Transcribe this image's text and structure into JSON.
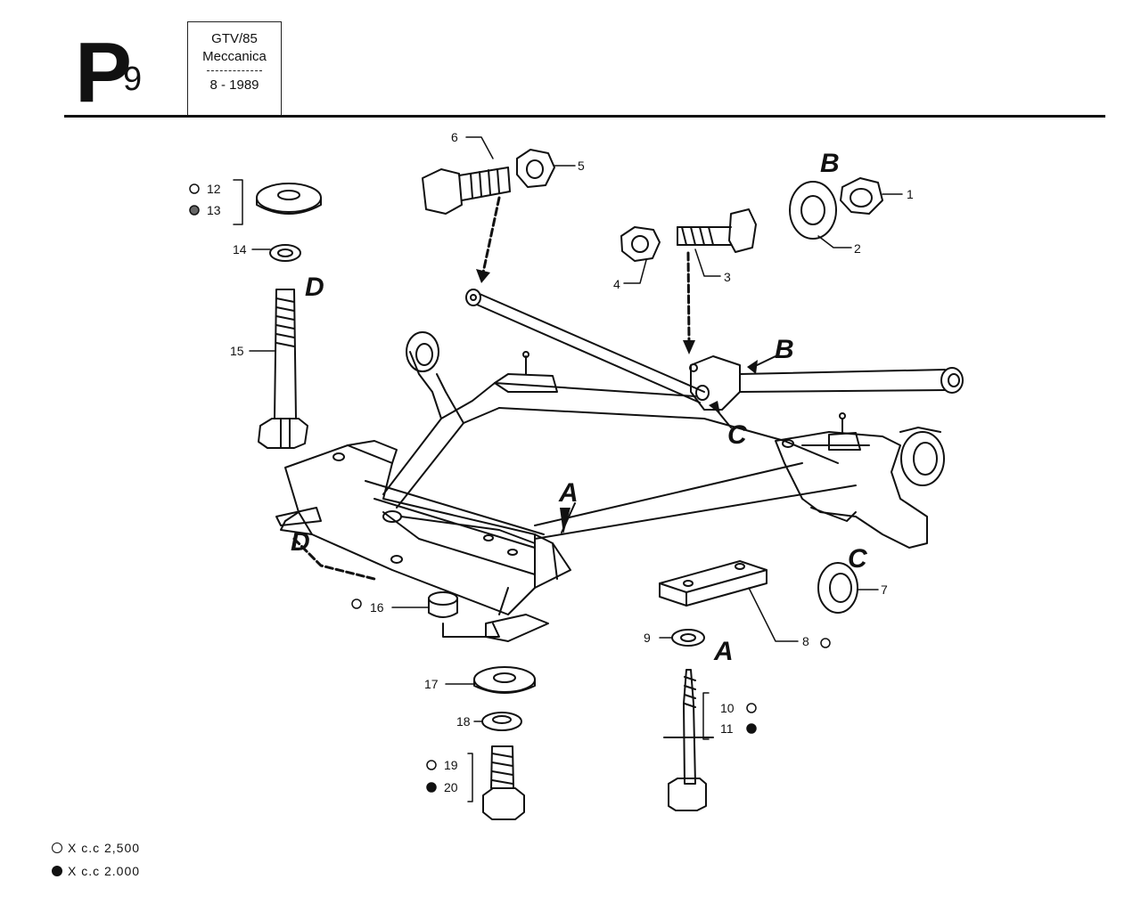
{
  "header": {
    "page_letter": "P",
    "page_number": "9",
    "model": "GTV/85",
    "section": "Meccanica",
    "date": "8 - 1989"
  },
  "callouts": {
    "c1": "1",
    "c2": "2",
    "c3": "3",
    "c4": "4",
    "c5": "5",
    "c6": "6",
    "c7": "7",
    "c8": "8",
    "c9": "9",
    "c10": "10",
    "c11": "11",
    "c12": "12",
    "c13": "13",
    "c14": "14",
    "c15": "15",
    "c16": "16",
    "c17": "17",
    "c18": "18",
    "c19": "19",
    "c20": "20"
  },
  "view_letters": {
    "a": "A",
    "b": "B",
    "c": "C",
    "d": "D"
  },
  "legend": {
    "open_text": "X c.c 2,500",
    "filled_text": "X c.c 2.000"
  },
  "colors": {
    "ink": "#111111",
    "paper": "#ffffff"
  }
}
